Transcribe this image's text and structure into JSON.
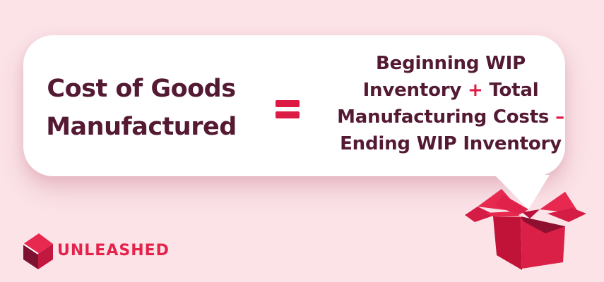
{
  "page": {
    "background_color": "#FBE3E8",
    "type": "formula infographic"
  },
  "card": {
    "title_lines": [
      "Cost of Goods",
      "Manufactured"
    ],
    "equals_symbol": "=",
    "formula": {
      "lines": [
        {
          "parts": [
            {
              "text": "Beginning WIP",
              "accent": false
            }
          ]
        },
        {
          "parts": [
            {
              "text": "Inventory ",
              "accent": false
            },
            {
              "text": "+",
              "accent": true
            },
            {
              "text": " Total",
              "accent": false
            }
          ]
        },
        {
          "parts": [
            {
              "text": "Manufacturing Costs ",
              "accent": false
            },
            {
              "text": "–",
              "accent": true
            }
          ]
        },
        {
          "parts": [
            {
              "text": "Ending WIP Inventory",
              "accent": false
            }
          ]
        }
      ]
    }
  },
  "logo": {
    "brand": "UNLEASHED",
    "icon": "red 3d cube with white seam"
  },
  "illustration": {
    "name": "open red cardboard box with speech-bubble tail pointing into it"
  },
  "colors": {
    "background": "#FBE3E8",
    "card": "#FFFFFF",
    "text_maroon": "#541A33",
    "accent_red": "#E01A44",
    "equals_red": "#DC1A43",
    "logo_red": "#E4234B",
    "box_bright": "#E7294F",
    "box_medium": "#DB2048",
    "box_dark": "#C11338",
    "box_inner": "#8E0F2F"
  }
}
